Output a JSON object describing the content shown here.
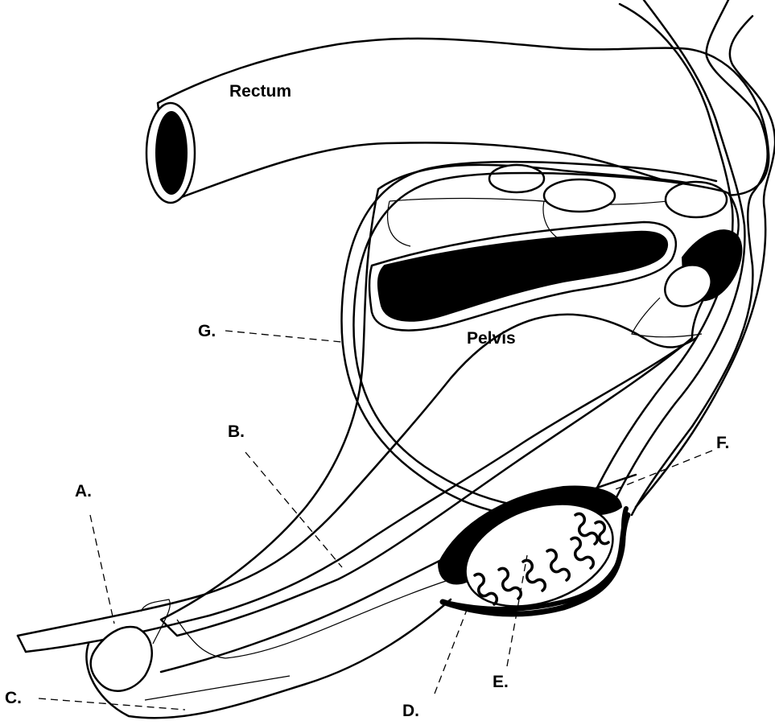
{
  "structures": {
    "rectum": "Rectum",
    "pelvis": "Pelvis"
  },
  "labels": {
    "a": "A.",
    "b": "B.",
    "c": "C.",
    "d": "D.",
    "e": "E.",
    "f": "F.",
    "g": "G."
  }
}
